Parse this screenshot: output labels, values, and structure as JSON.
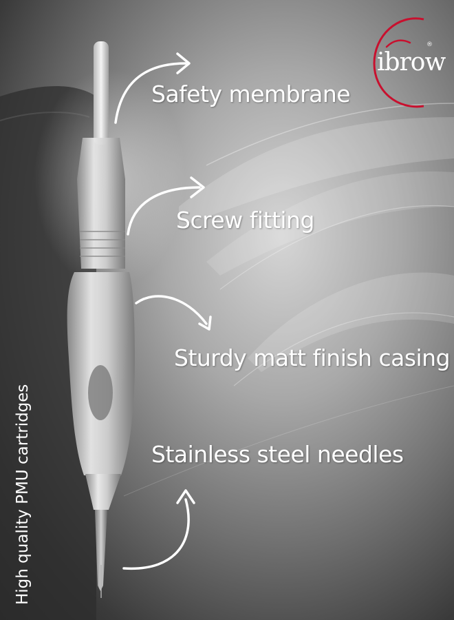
{
  "brand": {
    "logo_text": "ibrow",
    "registered_mark": "®",
    "ring_color": "#c8102e"
  },
  "features": [
    {
      "label": "Safety membrane",
      "arrow_icon": "curved-arrow-icon"
    },
    {
      "label": "Screw fitting",
      "arrow_icon": "curved-arrow-icon"
    },
    {
      "label": "Sturdy matt finish casing",
      "arrow_icon": "curved-arrow-icon"
    },
    {
      "label": "Stainless steel needles",
      "arrow_icon": "curved-arrow-icon"
    }
  ],
  "side_caption": "High quality PMU cartridges",
  "colors": {
    "text": "#ffffff",
    "background": "#8a8a8a"
  }
}
